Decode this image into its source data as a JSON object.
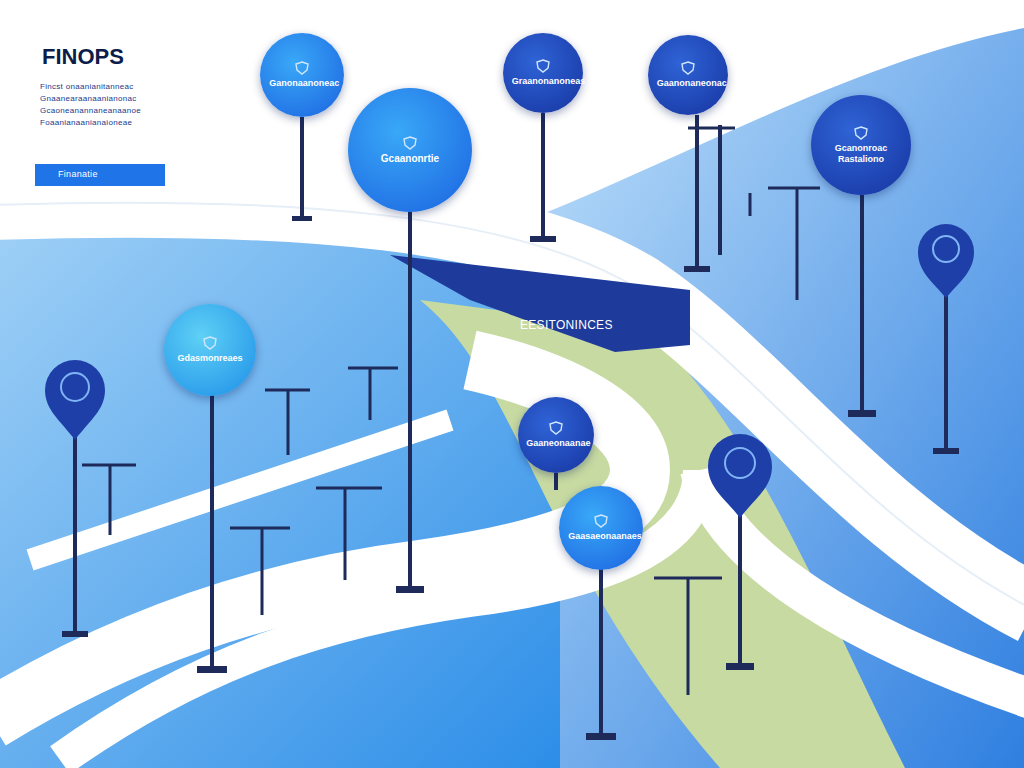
{
  "diagram": {
    "title": "FINOPS",
    "nodes": [
      {
        "text": [
          "Ganonaanoneac"
        ]
      },
      {
        "text": [
          "Graanonanoneas"
        ]
      },
      {
        "text": [
          "Gaanonaneonac"
        ]
      },
      {
        "text": [
          "Gcaanonrtie"
        ]
      },
      {
        "text": [
          "Gcanonroac Rastaliono"
        ]
      },
      {
        "text": [
          "Gdasmonreaes"
        ]
      },
      {
        "text": [
          "Gaaneonaanae"
        ]
      },
      {
        "text": [
          "Gaasaeonaanaes"
        ]
      }
    ],
    "labels": [
      "Fincst onaanianitanneac",
      "Gnaanearaanaanianonac",
      "Gcaoneanannaneanaanoe",
      "Foaanianaanianaioneae",
      "Finanatie",
      "EESITONINCES"
    ]
  }
}
